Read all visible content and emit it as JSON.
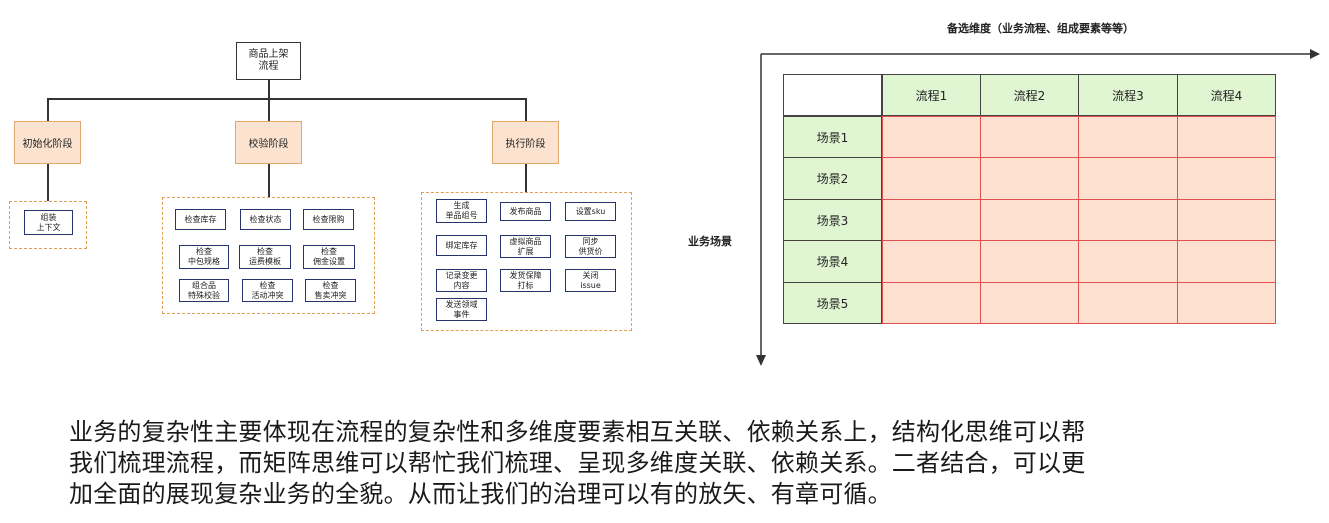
{
  "tree": {
    "root": "商品上架\n流程",
    "stages": [
      "初始化阶段",
      "校验阶段",
      "执行阶段"
    ],
    "init_items": [
      "组装\n上下文"
    ],
    "check_items": [
      "检查库存",
      "检查状态",
      "检查限购",
      "检查\n中包规格",
      "检查\n运费模板",
      "检查\n佣金设置",
      "组合品\n特殊校验",
      "检查\n活动冲突",
      "检查\n售卖冲突"
    ],
    "exec_items": [
      "生成\n单品组号",
      "发布商品",
      "设置sku",
      "绑定库存",
      "虚拟商品\n扩展",
      "同步\n供货价",
      "记录变更\n内容",
      "发货保障\n打标",
      "关闭\nissue",
      "发送领域\n事件"
    ]
  },
  "matrix": {
    "x_axis_label": "备选维度（业务流程、组成要素等等）",
    "y_axis_label": "业务场景",
    "columns": [
      "流程1",
      "流程2",
      "流程3",
      "流程4"
    ],
    "rows": [
      "场景1",
      "场景2",
      "场景3",
      "场景4",
      "场景5"
    ],
    "colors": {
      "header_fill": "#e0f5d2",
      "cell_fill": "#fde0d0",
      "cell_border": "#e05050"
    }
  },
  "caption": {
    "line1": "业务的复杂性主要体现在流程的复杂性和多维度要素相互关联、依赖关系上，结构化思维可以帮",
    "line2": "我们梳理流程，而矩阵思维可以帮忙我们梳理、呈现多维度关联、依赖关系。二者结合，可以更",
    "line3": "加全面的展现复杂业务的全貌。从而让我们的治理可以有的放矢、有章可循。"
  }
}
